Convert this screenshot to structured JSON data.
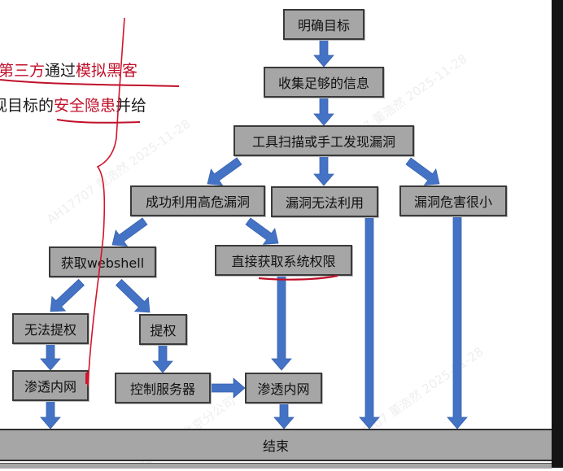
{
  "annotation_text": {
    "line1": [
      {
        "text": "第三方",
        "color": "red"
      },
      {
        "text": "通过",
        "color": "black"
      },
      {
        "text": "模拟黑客",
        "color": "red"
      }
    ],
    "line2": [
      {
        "text": "现目标的",
        "color": "black"
      },
      {
        "text": "安全隐患",
        "color": "red"
      },
      {
        "text": "并给",
        "color": "black"
      }
    ]
  },
  "flowchart": {
    "nodes": {
      "define_target": "明确目标",
      "collect_info": "收集足够的信息",
      "find_vulns": "工具扫描或手工发现漏洞",
      "exploit_high_risk": "成功利用高危漏洞",
      "vuln_unexploitable": "漏洞无法利用",
      "vuln_low_harm": "漏洞危害很小",
      "get_webshell": "获取webshell",
      "get_system_priv": "直接获取系统权限",
      "no_priv_escalation": "无法提权",
      "priv_escalation": "提权",
      "intranet_pentest_left": "渗透内网",
      "control_server": "控制服务器",
      "intranet_pentest_right": "渗透内网",
      "end": "结束"
    },
    "edges": [
      [
        "define_target",
        "collect_info"
      ],
      [
        "collect_info",
        "find_vulns"
      ],
      [
        "find_vulns",
        "exploit_high_risk"
      ],
      [
        "find_vulns",
        "vuln_unexploitable"
      ],
      [
        "find_vulns",
        "vuln_low_harm"
      ],
      [
        "exploit_high_risk",
        "get_webshell"
      ],
      [
        "exploit_high_risk",
        "get_system_priv"
      ],
      [
        "get_webshell",
        "no_priv_escalation"
      ],
      [
        "get_webshell",
        "priv_escalation"
      ],
      [
        "no_priv_escalation",
        "intranet_pentest_left"
      ],
      [
        "priv_escalation",
        "control_server"
      ],
      [
        "control_server",
        "intranet_pentest_right"
      ],
      [
        "get_system_priv",
        "intranet_pentest_right"
      ],
      [
        "intranet_pentest_left",
        "end"
      ],
      [
        "intranet_pentest_right",
        "end"
      ],
      [
        "vuln_unexploitable",
        "end"
      ],
      [
        "vuln_low_harm",
        "end"
      ]
    ]
  },
  "watermarks": [
    "安恒信息 北京分公司",
    "AH17707 董浩然 2025-11-28"
  ],
  "colors": {
    "box_fill": "#a6a6a6",
    "box_border": "#3a3a3a",
    "arrow": "#4472c4",
    "annotation_red": "#c0102a"
  }
}
